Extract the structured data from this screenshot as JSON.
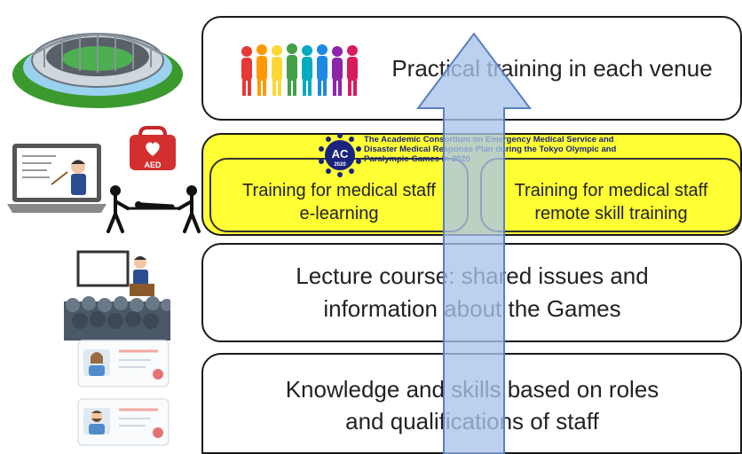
{
  "levels": {
    "venue": {
      "text": "Practical training in each venue"
    },
    "medical": {
      "logo": {
        "badge": "AC",
        "badge_year": "2020",
        "caption": "The Academic Consortium on Emergency Medical Service and Disaster Medical Response Plan during the Tokyo Olympic and Paralympic Games in 2020"
      },
      "elearning": {
        "line1": "Training for medical staff",
        "line2": "e-learning"
      },
      "remote": {
        "line1": "Training for medical staff",
        "line2": "remote skill training"
      }
    },
    "lecture": {
      "line1": "Lecture course: shared issues and",
      "line2": "information about the Games"
    },
    "knowledge": {
      "line1": "Knowledge and skills based on roles",
      "line2": "and qualifications of staff"
    }
  },
  "icons": {
    "aed_label": "AED",
    "stadium": "stadium-icon",
    "people": "people-group-icon",
    "laptop": "laptop-lecture-icon",
    "aed": "aed-icon",
    "stretcher": "stretcher-icon",
    "lecture": "lecture-hall-icon",
    "badge": "staff-id-card-icon"
  },
  "colors": {
    "highlight": "#ffff33",
    "arrow_fill": "#a9c4eb",
    "arrow_stroke": "#5a7fbf",
    "logo_blue": "#1a237e"
  }
}
